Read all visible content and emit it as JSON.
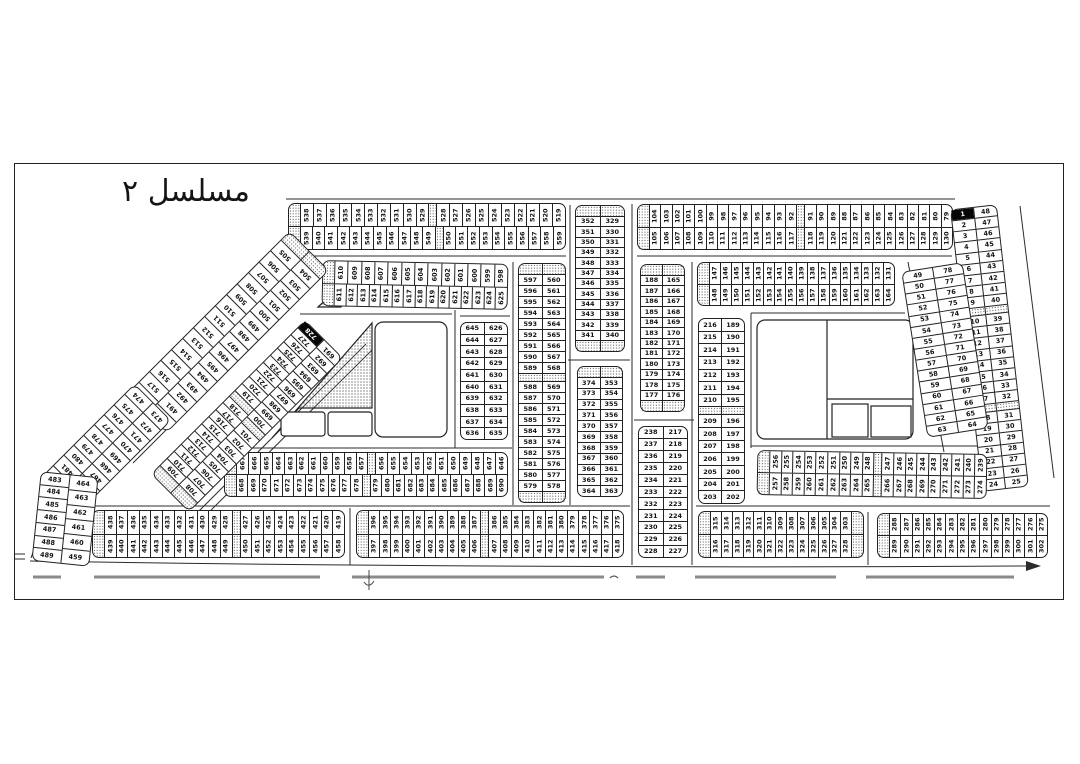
{
  "title": "مسلسل ٢",
  "highlighted_plots": [
    "1",
    "728"
  ],
  "colors": {
    "line": "#222222",
    "paper": "#ffffff",
    "dot": "#555555",
    "highlight": "#060606"
  },
  "legend": {
    "hatch_token": "H = hatched divider strip",
    "cap_token": "D = dotted end cap",
    "black_token": "# prefix = black filled plot"
  },
  "blocks": [
    {
      "id": "strip-519-559",
      "top": [
        "D",
        "538..529",
        "H",
        "528..519"
      ],
      "bottom": [
        "D",
        "539..549",
        "H",
        "550..559"
      ]
    },
    {
      "id": "strip-79-130",
      "top": [
        "D",
        "104..92",
        "H",
        "91..79"
      ],
      "bottom": [
        "D",
        "105..117",
        "H",
        "118..130"
      ]
    },
    {
      "id": "block-329-352",
      "left": [
        "D",
        "352..341",
        "D"
      ],
      "right": [
        "D",
        "329..340",
        "D"
      ]
    },
    {
      "id": "block-1-48",
      "left": [
        "#1",
        "2..9",
        "H",
        "10..17",
        "H",
        "18..24"
      ],
      "right": [
        "48..40",
        "H",
        "39..32",
        "H",
        "31..25"
      ]
    },
    {
      "id": "strip-598-625",
      "top": [
        "D",
        "610..598"
      ],
      "bottom": [
        "D",
        "611..625"
      ]
    },
    {
      "id": "strip-131-164",
      "top": [
        "D",
        "147..131"
      ],
      "bottom": [
        "D",
        "148..164"
      ]
    },
    {
      "id": "block-560-597",
      "left": [
        "D",
        "597..589",
        "H",
        "588..579",
        "D"
      ],
      "right": [
        "D",
        "560..568",
        "H",
        "569..578",
        "D"
      ]
    },
    {
      "id": "block-165-188",
      "left": [
        "D",
        "188..177",
        "D"
      ],
      "right": [
        "D",
        "165..176",
        "D"
      ]
    },
    {
      "id": "block-49-78",
      "left": [
        "49..63"
      ],
      "right": [
        "78..64"
      ]
    },
    {
      "id": "block-189-216",
      "left": [
        "216..210",
        "H",
        "209..203"
      ],
      "right": [
        "189..195",
        "H",
        "196..202"
      ]
    },
    {
      "id": "block-626-645",
      "left": [
        "645..636"
      ],
      "right": [
        "626..635"
      ]
    },
    {
      "id": "block-353-374",
      "left": [
        "D",
        "374..364"
      ],
      "right": [
        "D",
        "353..363"
      ]
    },
    {
      "id": "block-217-238",
      "left": [
        "238..228"
      ],
      "right": [
        "217..227"
      ]
    },
    {
      "id": "strip-646-690",
      "top": [
        "D",
        "667..657",
        "H",
        "656..646"
      ],
      "bottom": [
        "D",
        "668..678",
        "H",
        "679..690"
      ]
    },
    {
      "id": "strip-239-274",
      "top": [
        "D",
        "256..248",
        "H",
        "247..239"
      ],
      "bottom": [
        "D",
        "257..265",
        "H",
        "266..274"
      ]
    },
    {
      "id": "strip-419-458",
      "top": [
        "D",
        "438..428",
        "H",
        "427..419"
      ],
      "bottom": [
        "D",
        "439..449",
        "H",
        "450..458"
      ]
    },
    {
      "id": "strip-375-418",
      "top": [
        "D",
        "396..387",
        "H",
        "386..375"
      ],
      "bottom": [
        "D",
        "397..406",
        "H",
        "407..418"
      ]
    },
    {
      "id": "strip-303-328",
      "top": [
        "D",
        "315..303",
        "D"
      ],
      "bottom": [
        "D",
        "316..328",
        "D"
      ]
    },
    {
      "id": "strip-275-302",
      "top": [
        "D",
        "288..275"
      ],
      "bottom": [
        "D",
        "289..302"
      ]
    },
    {
      "id": "strip-490-518",
      "top": [
        "518..505",
        "D"
      ],
      "bottom": [
        "490..504",
        "D"
      ]
    },
    {
      "id": "strip-691-728",
      "top": [
        "D",
        "709..718",
        "H",
        "719..727",
        "#728"
      ],
      "bottom": [
        "D",
        "708..701",
        "H",
        "700..691"
      ]
    },
    {
      "id": "strip-465-482",
      "top": [
        "482..474"
      ],
      "bottom": [
        "465..473"
      ]
    },
    {
      "id": "block-459-489",
      "left": [
        "483..489"
      ],
      "right": [
        "464..459"
      ]
    }
  ]
}
